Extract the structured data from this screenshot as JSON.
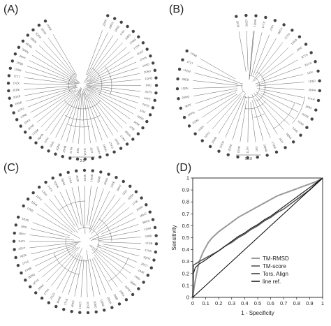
{
  "panels": {
    "a": {
      "label": "(A)",
      "scale": "2.0",
      "leaves": [
        "2ZPX",
        "1MC2",
        "1PNJ",
        "1TPI",
        "1JBG",
        "1TMG",
        "1YDK",
        "2CKT",
        "2TXS",
        "1VAO",
        "2PAD",
        "1QHZ",
        "1RIC",
        "3CTS",
        "1ATE",
        "2GTS",
        "1ZIX",
        "1D5D",
        "1K8X",
        "3TIE",
        "2BHH",
        "1YXH",
        "1PD5",
        "1TYG",
        "1KNH",
        "1GHH",
        "1E1I",
        "1HOA",
        "1I91",
        "1LTH",
        "1SHB",
        "1QN4",
        "1Q1L",
        "1VIA",
        "2QHA",
        "1TXM",
        "1EHE",
        "1SK8",
        "1JHE",
        "1ZTU",
        "1HSE",
        "2OXE",
        "3CDE",
        "1VZX",
        "1T1T",
        "1SJM",
        "1SSB",
        "3KFF",
        "2PPN",
        "2ENQ",
        "2BEB",
        "1QZK",
        "1P2M",
        "1VWF"
      ]
    },
    "b": {
      "label": "(B)",
      "scale": "50.0",
      "leaves": [
        "2KJE",
        "1ZNE",
        "1QHK",
        "1YTC",
        "1TPI",
        "1MC2",
        "2TXS",
        "1VAO",
        "1RIC",
        "3CTS",
        "2GTS",
        "1ZIX",
        "1D5D",
        "2BHH",
        "1YXH",
        "1K8X",
        "2OXE",
        "1SK8",
        "1JHE",
        "1QN4",
        "1E1I",
        "1TXM",
        "2QHA",
        "1I91",
        "1LTH",
        "1EHE",
        "3CDE",
        "1HOA",
        "1SHB",
        "1ZTU",
        "1VZX",
        "1SJM",
        "2PPN",
        "3KFF",
        "2ENQ",
        "1QZK",
        "2BEB",
        "1P2M",
        "1T1T",
        "1SSB"
      ]
    },
    "c": {
      "label": "(C)",
      "leaves": [
        "1ZEE",
        "1EH5",
        "1ZTX",
        "1JHS",
        "1VZX",
        "1QHK",
        "2BHH",
        "1YXH",
        "2KJE",
        "3FCF",
        "1WJB",
        "1ZNE",
        "2PAD",
        "1ATE",
        "3KFF",
        "1ZIX",
        "1QN4",
        "1TJE",
        "1D5D",
        "1BHC",
        "3MCS",
        "1ZAR",
        "3JN8",
        "1TGB",
        "1TXS",
        "1QHZ",
        "2RCT",
        "1AZE",
        "1VA0",
        "1MPT",
        "2OGH",
        "1PEA",
        "2IMB",
        "2DCA",
        "1QN5",
        "1GBC",
        "1CSE",
        "1GCT",
        "4PEP",
        "1TLB",
        "1MHE",
        "2TCS",
        "1TTH",
        "2PKA",
        "3CTS",
        "2ENQ",
        "1SSB",
        "1TLS",
        "1QZK",
        "2CKT",
        "1H1V",
        "1BXY",
        "1BXI",
        "1BXD"
      ]
    }
  },
  "chart_data": {
    "type": "line",
    "panel_label": "(D)",
    "xlabel": "1 - Specificity",
    "ylabel": "Sensitivity",
    "xlim": [
      0,
      1
    ],
    "ylim": [
      0,
      1
    ],
    "xticks": [
      "0",
      "0.1",
      "0.2",
      "0.3",
      "0.4",
      "0.5",
      "0.6",
      "0.7",
      "0.8",
      "0.9",
      "1"
    ],
    "yticks": [
      "0",
      "0.1",
      "0.2",
      "0.3",
      "0.4",
      "0.5",
      "0.6",
      "0.7",
      "0.8",
      "0.9",
      "1"
    ],
    "legend_position": "bottom-right",
    "series": [
      {
        "name": "TM-RMSD",
        "color": "#9a9a9a",
        "width": 2.0,
        "x": [
          0,
          0.01,
          0.03,
          0.05,
          0.08,
          0.1,
          0.12,
          0.15,
          0.2,
          0.25,
          0.3,
          0.35,
          0.4,
          0.45,
          0.5,
          0.55,
          0.6,
          0.65,
          0.7,
          0.75,
          0.8,
          0.85,
          0.9,
          0.95,
          1
        ],
        "y": [
          0,
          0.08,
          0.2,
          0.3,
          0.38,
          0.42,
          0.46,
          0.5,
          0.55,
          0.59,
          0.63,
          0.67,
          0.7,
          0.73,
          0.76,
          0.79,
          0.82,
          0.85,
          0.87,
          0.89,
          0.91,
          0.93,
          0.95,
          0.97,
          1
        ]
      },
      {
        "name": "TM-score",
        "color": "#555555",
        "width": 1.6,
        "x": [
          0,
          0.005,
          0.02,
          0.05,
          0.1,
          0.15,
          0.2,
          0.25,
          0.3,
          0.35,
          0.4,
          0.45,
          0.5,
          0.55,
          0.6,
          0.65,
          0.7,
          0.75,
          0.8,
          0.85,
          0.9,
          0.95,
          1
        ],
        "y": [
          0,
          0.27,
          0.28,
          0.3,
          0.33,
          0.36,
          0.39,
          0.43,
          0.46,
          0.5,
          0.53,
          0.57,
          0.6,
          0.64,
          0.67,
          0.71,
          0.74,
          0.78,
          0.82,
          0.86,
          0.9,
          0.95,
          1
        ]
      },
      {
        "name": "Tors. Align",
        "color": "#222222",
        "width": 1.2,
        "x": [
          0,
          0.005,
          0.02,
          0.05,
          0.08,
          0.12,
          0.16,
          0.2,
          0.25,
          0.3,
          0.35,
          0.4,
          0.45,
          0.5,
          0.55,
          0.6,
          0.65,
          0.7,
          0.75,
          0.8,
          0.85,
          0.9,
          0.95,
          1
        ],
        "y": [
          0,
          0.2,
          0.25,
          0.28,
          0.3,
          0.33,
          0.36,
          0.39,
          0.43,
          0.47,
          0.51,
          0.54,
          0.58,
          0.61,
          0.65,
          0.68,
          0.72,
          0.76,
          0.8,
          0.84,
          0.88,
          0.92,
          0.96,
          1
        ]
      },
      {
        "name": "line ref.",
        "color": "#000000",
        "width": 1.0,
        "x": [
          0,
          1
        ],
        "y": [
          0,
          1
        ]
      }
    ]
  }
}
